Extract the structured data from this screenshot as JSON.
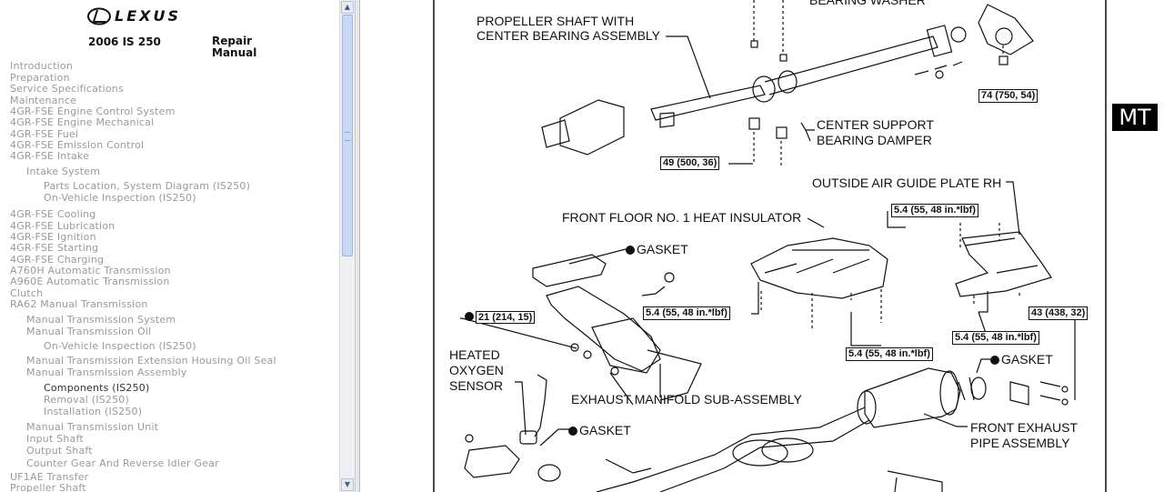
{
  "brand": {
    "name": "LEXUS"
  },
  "header": {
    "model": "2006 IS 250",
    "manual": "Repair Manual"
  },
  "nav": [
    {
      "label": "Introduction"
    },
    {
      "label": "Preparation"
    },
    {
      "label": "Service Specifications"
    },
    {
      "label": "Maintenance"
    },
    {
      "label": "4GR-FSE Engine Control System"
    },
    {
      "label": "4GR-FSE Engine Mechanical"
    },
    {
      "label": "4GR-FSE Fuel"
    },
    {
      "label": "4GR-FSE Emission Control"
    },
    {
      "label": "4GR-FSE Intake"
    },
    {
      "label": "Intake System"
    },
    {
      "label": "Parts Location, System Diagram (IS250)"
    },
    {
      "label": "On-Vehicle Inspection (IS250)"
    },
    {
      "label": "4GR-FSE Cooling"
    },
    {
      "label": "4GR-FSE Lubrication"
    },
    {
      "label": "4GR-FSE Ignition"
    },
    {
      "label": "4GR-FSE Starting"
    },
    {
      "label": "4GR-FSE Charging"
    },
    {
      "label": "A760H Automatic Transmission"
    },
    {
      "label": "A960E Automatic Transmission"
    },
    {
      "label": "Clutch"
    },
    {
      "label": "RA62 Manual Transmission"
    },
    {
      "label": "Manual Transmission System"
    },
    {
      "label": "Manual Transmission Oil"
    },
    {
      "label": "On-Vehicle Inspection (IS250)"
    },
    {
      "label": "Manual Transmission Extension Housing Oil Seal"
    },
    {
      "label": "Manual Transmission Assembly"
    },
    {
      "label": "Components (IS250)"
    },
    {
      "label": "Removal (IS250)"
    },
    {
      "label": "Installation (IS250)"
    },
    {
      "label": "Manual Transmission Unit"
    },
    {
      "label": "Input Shaft"
    },
    {
      "label": "Output Shaft"
    },
    {
      "label": "Counter Gear And Reverse Idler Gear"
    },
    {
      "label": "UF1AE Transfer"
    },
    {
      "label": "Propeller Shaft"
    }
  ],
  "scrollbar": {
    "up": "▲",
    "down": "▼"
  },
  "diagram": {
    "labels": {
      "bearing_washer": "BEARING WASHER",
      "propeller_1": "PROPELLER SHAFT WITH",
      "propeller_2": "CENTER BEARING ASSEMBLY",
      "center_support_1": "CENTER SUPPORT",
      "center_support_2": "BEARING DAMPER",
      "air_guide": "OUTSIDE AIR GUIDE PLATE RH",
      "heat_insulator": "FRONT FLOOR NO. 1 HEAT INSULATOR",
      "gasket_1": "GASKET",
      "gasket_2": "GASKET",
      "gasket_3": "GASKET",
      "oxygen_1": "HEATED",
      "oxygen_2": "OXYGEN",
      "oxygen_3": "SENSOR",
      "exhaust_manifold": "EXHAUST MANIFOLD SUB-ASSEMBLY",
      "front_exhaust_1": "FRONT EXHAUST",
      "front_exhaust_2": "PIPE ASSEMBLY"
    },
    "torques": {
      "t1": "74 (750, 54)",
      "t2": "49 (500, 36)",
      "t3": "5.4 (55, 48 in.*lbf)",
      "t4": "21 (214, 15)",
      "t5": "5.4 (55, 48 in.*lbf)",
      "t6": "5.4 (55, 48 in.*lbf)",
      "t7": "5.4 (55, 48 in.*lbf)",
      "t8": "43 (438, 32)"
    },
    "badge": "MT"
  }
}
